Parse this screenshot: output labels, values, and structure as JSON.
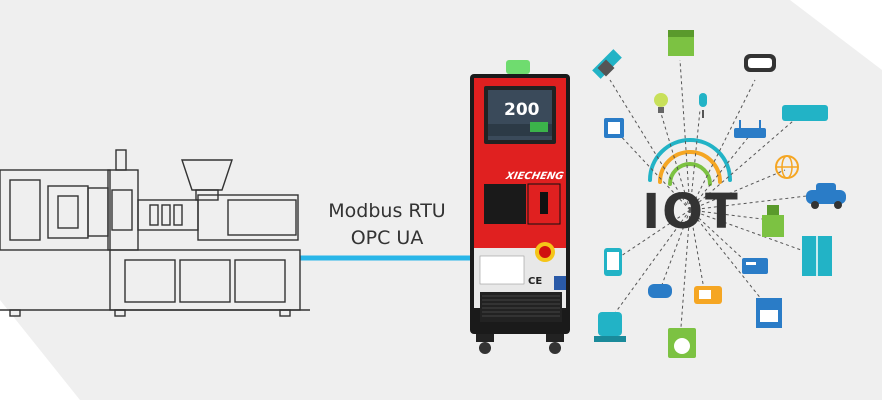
{
  "protocol_labels": [
    "Modbus RTU",
    "OPC UA"
  ],
  "iot_label": "IOT",
  "controller": {
    "display_value": "200",
    "brand": "XIECHENG",
    "ce_mark": "CE"
  },
  "colors": {
    "accent_blue": "#29b6e8",
    "controller_red": "#e02020",
    "iot_green": "#7cc242",
    "iot_orange": "#f5a623",
    "iot_teal": "#22b3c6",
    "background_gray": "#efefef"
  },
  "iot_icons": [
    "satellite-icon",
    "shop-icon",
    "vr-headset-icon",
    "ai-chip-icon",
    "lightbulb-icon",
    "microphone-icon",
    "air-conditioner-icon",
    "router-icon",
    "globe-icon",
    "car-icon",
    "blender-icon",
    "refrigerator-icon",
    "smartphone-icon",
    "gamepad-icon",
    "toaster-icon",
    "card-reader-icon",
    "mixer-icon",
    "washing-machine-icon",
    "oven-icon"
  ]
}
